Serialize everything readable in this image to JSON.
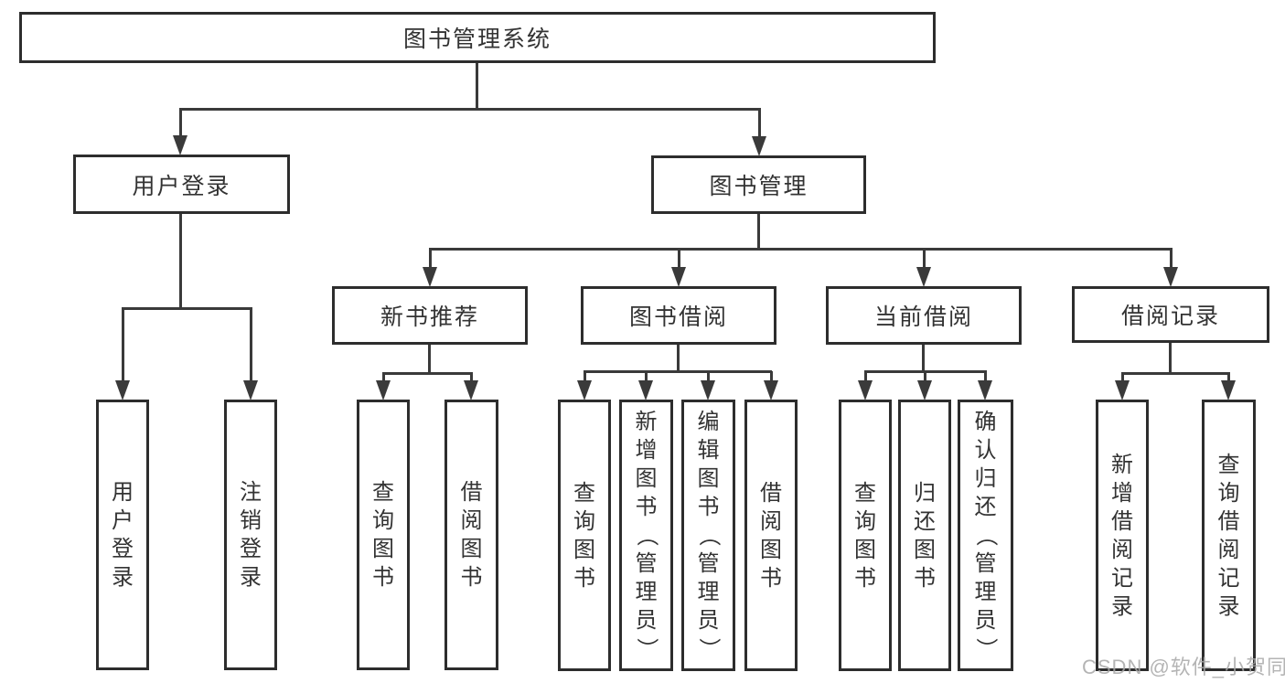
{
  "diagram": {
    "title": "图书管理系统",
    "nodes": [
      {
        "id": "root",
        "label": "图书管理系统",
        "parent": null
      },
      {
        "id": "user-login",
        "label": "用户登录",
        "parent": "root"
      },
      {
        "id": "book-mgmt",
        "label": "图书管理",
        "parent": "root"
      },
      {
        "id": "login",
        "label": "用户登录",
        "parent": "user-login"
      },
      {
        "id": "logout",
        "label": "注销登录",
        "parent": "user-login"
      },
      {
        "id": "new-book-rec",
        "label": "新书推荐",
        "parent": "book-mgmt"
      },
      {
        "id": "book-borrow",
        "label": "图书借阅",
        "parent": "book-mgmt"
      },
      {
        "id": "current-borrow",
        "label": "当前借阅",
        "parent": "book-mgmt"
      },
      {
        "id": "borrow-records",
        "label": "借阅记录",
        "parent": "book-mgmt"
      },
      {
        "id": "nb-query-books",
        "label": "查询图书",
        "parent": "new-book-rec"
      },
      {
        "id": "nb-borrow-books",
        "label": "借阅图书",
        "parent": "new-book-rec"
      },
      {
        "id": "bb-query-books",
        "label": "查询图书",
        "parent": "book-borrow"
      },
      {
        "id": "bb-add-books",
        "label": "新增图书（管理员）",
        "parent": "book-borrow"
      },
      {
        "id": "bb-edit-books",
        "label": "编辑图书（管理员）",
        "parent": "book-borrow"
      },
      {
        "id": "bb-borrow-books",
        "label": "借阅图书",
        "parent": "book-borrow"
      },
      {
        "id": "cb-query-books",
        "label": "查询图书",
        "parent": "current-borrow"
      },
      {
        "id": "cb-return-books",
        "label": "归还图书",
        "parent": "current-borrow"
      },
      {
        "id": "cb-confirm-return",
        "label": "确认归还（管理员）",
        "parent": "current-borrow"
      },
      {
        "id": "br-add-record",
        "label": "新增借阅记录",
        "parent": "borrow-records"
      },
      {
        "id": "br-query-record",
        "label": "查询借阅记录",
        "parent": "borrow-records"
      }
    ]
  },
  "watermark": {
    "text": "CSDN @软件_小贺同学"
  },
  "colors": {
    "line": "#3a3a3a",
    "border": "#2d2d2d",
    "text": "#333333",
    "background": "#ffffff",
    "watermark": "#a8a8a8"
  }
}
